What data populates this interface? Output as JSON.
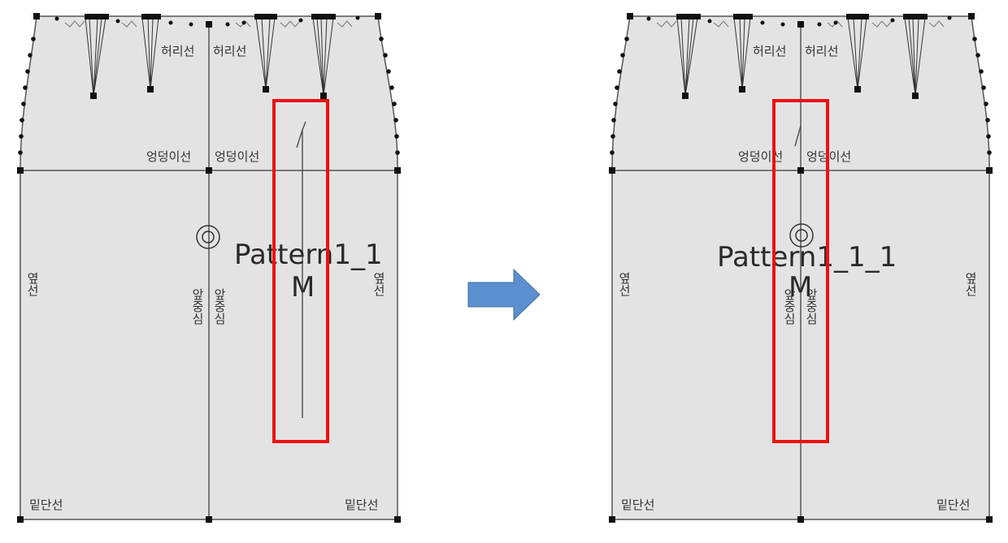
{
  "colors": {
    "panel_fill": "#e3e3e3",
    "line": "#555555",
    "point": "#111111",
    "highlight": "#ee1111",
    "arrow": "#5b8fcf",
    "arrow_stroke": "#41719c"
  },
  "left_panel": {
    "waist_left": "허리선",
    "waist_right": "허리선",
    "hip_left": "엉덩이선",
    "hip_right": "엉덩이선",
    "side_left": "옆선",
    "side_right": "옆선",
    "front_center_left": "앞중심",
    "front_center_right": "앞중심",
    "hem_left": "밑단선",
    "hem_right": "밑단선",
    "pattern_name": "Pattern1_1",
    "pattern_size": "M"
  },
  "right_panel": {
    "waist_left": "허리선",
    "waist_right": "허리선",
    "hip_left": "엉덩이선",
    "hip_right": "엉덩이선",
    "side_left": "옆선",
    "side_right": "옆선",
    "front_center_left": "앞중심",
    "front_center_right": "앞중심",
    "hem_left": "밑단선",
    "hem_right": "밑단선",
    "pattern_name": "Pattern1_1_1",
    "pattern_size": "M"
  },
  "arrow_icon": "right-arrow-icon",
  "grainline_icon": "grainline-icon",
  "anchor_icon": "double-circle-icon"
}
